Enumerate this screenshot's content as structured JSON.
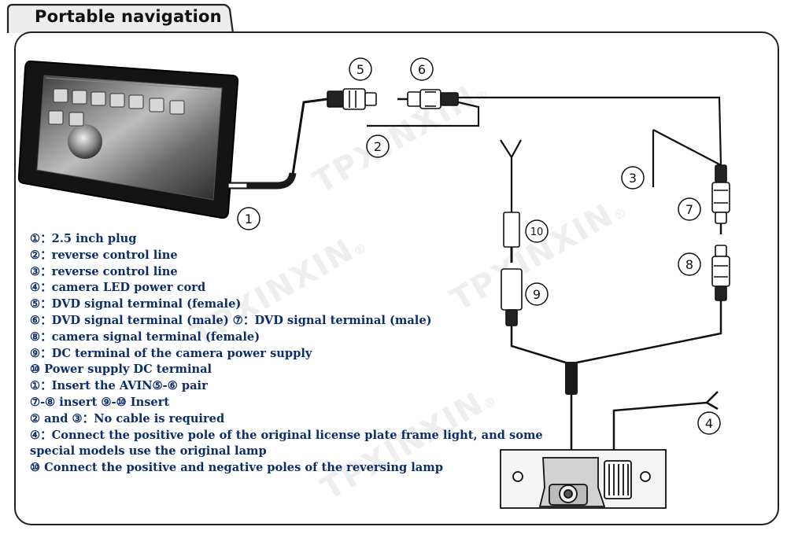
{
  "header": {
    "title": "Portable navigation"
  },
  "watermark": {
    "text": "TPXINXIN",
    "mark": "®"
  },
  "callouts": {
    "c1": "1",
    "c2": "2",
    "c3": "3",
    "c4": "4",
    "c5": "5",
    "c6": "6",
    "c7": "7",
    "c8": "8",
    "c9": "9",
    "c10": "10"
  },
  "legend": [
    "①：2.5 inch plug",
    "②：reverse control line",
    "③：reverse control line",
    "④：camera LED power cord",
    "⑤：DVD signal terminal (female)",
    "⑥：DVD signal terminal (male) ⑦：DVD signal terminal (male)",
    "⑧：camera signal terminal (female)",
    "⑨：DC terminal of the camera power supply",
    "⑩ Power supply DC terminal",
    "①：Insert the AVIN⑤-⑥ pair",
    "⑦-⑧ insert ⑨-⑩ Insert",
    "② and ③：No cable is required",
    "④：Connect the positive pole of the original license plate frame light, and some special models use the original lamp",
    "⑩ Connect the positive and negative poles of the reversing lamp"
  ]
}
